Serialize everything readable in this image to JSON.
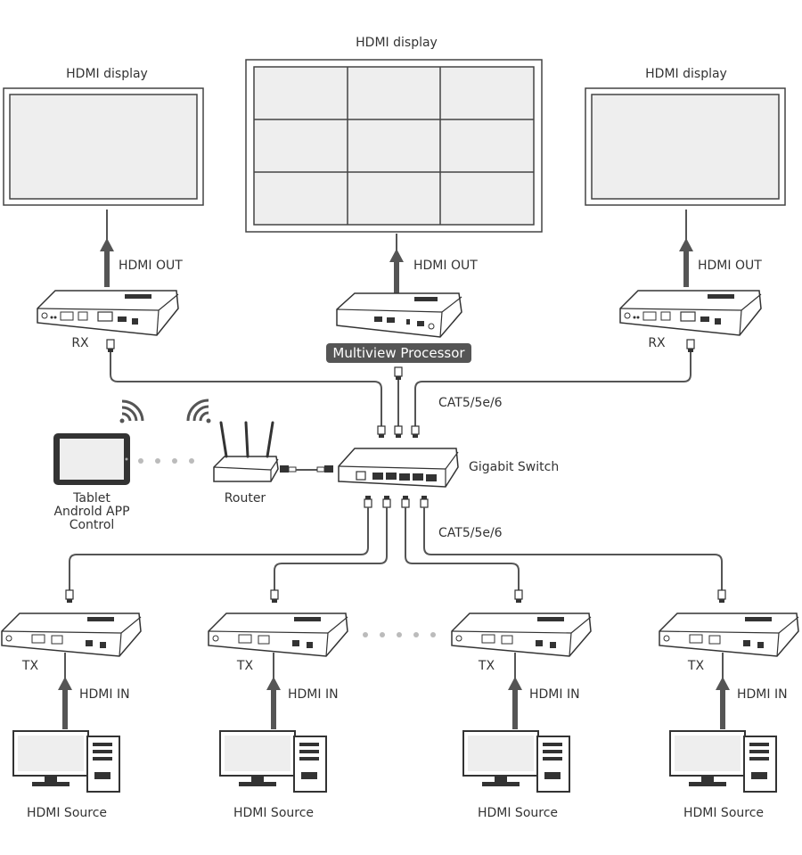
{
  "displays": {
    "left_label": "HDMI display",
    "center_label": "HDMI display",
    "right_label": "HDMI display"
  },
  "outputs": {
    "left_label": "HDMI OUT",
    "center_label": "HDMI OUT",
    "right_label": "HDMI OUT"
  },
  "receivers": {
    "left_label": "RX",
    "right_label": "RX"
  },
  "multiview": {
    "label": "Multiview Processor"
  },
  "cables": {
    "top_label": "CAT5/5e/6",
    "bottom_label": "CAT5/5e/6"
  },
  "switch": {
    "label": "Gigabit Switch"
  },
  "router": {
    "label": "Router"
  },
  "tablet": {
    "lines": [
      "Tablet",
      "Androld APP",
      "Control"
    ]
  },
  "transmitters": [
    {
      "tx_label": "TX",
      "in_label": "HDMI IN",
      "source_label": "HDMI Source"
    },
    {
      "tx_label": "TX",
      "in_label": "HDMI IN",
      "source_label": "HDMI Source"
    },
    {
      "tx_label": "TX",
      "in_label": "HDMI IN",
      "source_label": "HDMI Source"
    },
    {
      "tx_label": "TX",
      "in_label": "HDMI IN",
      "source_label": "HDMI Source"
    }
  ],
  "colors": {
    "line": "#555555",
    "mvp_bg": "#555555",
    "text": "#333333"
  }
}
